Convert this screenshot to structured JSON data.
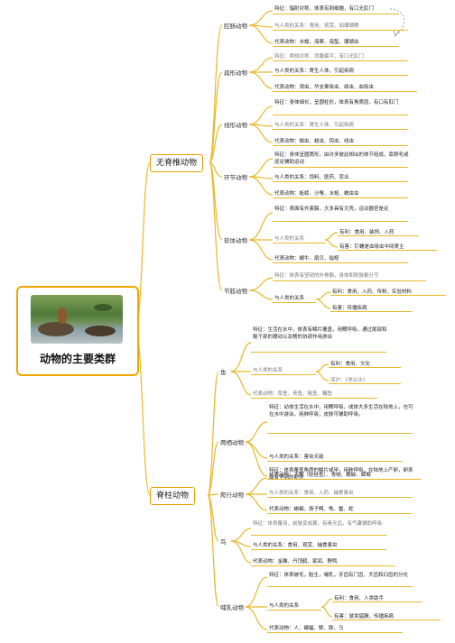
{
  "root": {
    "title": "动物的主要类群"
  },
  "invertebrate": {
    "label": "无脊椎动物",
    "groups": [
      {
        "name": "腔肠动物",
        "feature": "特征：辐射对称、体表有刺细胞，有口无肛门",
        "relation": "与人类的关系：食用、观赏、如珊瑚礁",
        "examples": "代表动物：水螅、海葵、海蜇、珊瑚虫"
      },
      {
        "name": "扁形动物",
        "feature": "特征：两侧对称、背腹扁平，有口无肛门",
        "relation": "与人类的关系：寄生人体，引起疾病",
        "examples": "代表动物：涡虫、华支睾吸虫、绦虫、血吸虫"
      },
      {
        "name": "线形动物",
        "feature": "特征：身体细长，呈圆柱形，体表有角质层，有口有肛门",
        "relation": "与人类的关系：寄生人体，引起疾病",
        "examples": "代表动物：蛔虫、蛲虫、钩虫、线虫"
      },
      {
        "name": "环节动物",
        "feature": "特征：身体呈圆筒形，由许多彼此相似的体节组成，靠刚毛或疣足辅助运动",
        "relation": "与人类的关系：饲料、医药、农业",
        "examples": "代表动物：蚯蚓、沙蚕、水蛭、蠕虫虫"
      },
      {
        "name": "软体动物",
        "feature": "特征：表面有外套膜，大多具有贝壳，运动器官是足",
        "relation": "与人类的关系",
        "good": "有利：食用、装饰、入药",
        "bad": "有害：钉螺是血吸虫中间寄主",
        "examples": "代表动物：蜗牛、扇贝、缢蛏"
      },
      {
        "name": "节肢动物",
        "feature": "特征：体表有坚韧的外骨骼，身体和附肢都分节",
        "relation": "与人类的关系",
        "good": "有利：食用，入药、传粉、实验材料",
        "bad": "有害：传播疾病"
      }
    ]
  },
  "vertebrate": {
    "label": "脊柱动物",
    "groups": [
      {
        "name": "鱼",
        "feature": "特征：生活在水中，体表有鳞片覆盖，用鳃呼吸，通过尾部和躯干部的摆动以及鳍的协调作用游泳",
        "relation": "与人类的关系",
        "good": "有利：食用、文化",
        "protect": "保护：《渔业法》",
        "examples": "代表动物：草鱼、青鱼、鲢鱼、鳙鱼"
      },
      {
        "name": "两栖动物",
        "feature": "特征：幼体生活在水中，用鳃呼吸，成体大多生活在陆地上，也可在水中游泳，用肺呼吸，皮肤可辅助呼吸。",
        "relation": "与人类的关系：害虫天敌",
        "examples": "代表动物：大鲵（娃娃鱼）、青蛙、蟾蜍、蝾螈"
      },
      {
        "name": "爬行动物",
        "feature": "特征：体表覆盖角质的鳞片或甲，用肺呼吸，在陆地上产卵，卵表面有坚韧的卵壳",
        "relation": "与人类的关系：食用、入药、捕食害虫",
        "examples": "代表动物：蜥蜴、扬子鳄、龟、鳖、蛇"
      },
      {
        "name": "鸟",
        "feature": "特征：体表覆羽，前肢变成翼，有喙无齿，有气囊辅助呼吸",
        "relation": "与人类的关系：食用、观赏、捕食害虫",
        "examples": "代表动物：金雕、丹顶鹤、家鸽、野鸭"
      },
      {
        "name": "哺乳动物",
        "feature": "特征：体表被毛，胎生，哺乳，牙齿有门齿、犬齿和臼齿的分化",
        "relation": "与人类的关系",
        "good": "有利：食用、人类助手",
        "bad": "有害：鼠类猖獗，传播疾病",
        "examples": "代表动物：人、蝙蝠、鲸、豚、马"
      }
    ]
  }
}
